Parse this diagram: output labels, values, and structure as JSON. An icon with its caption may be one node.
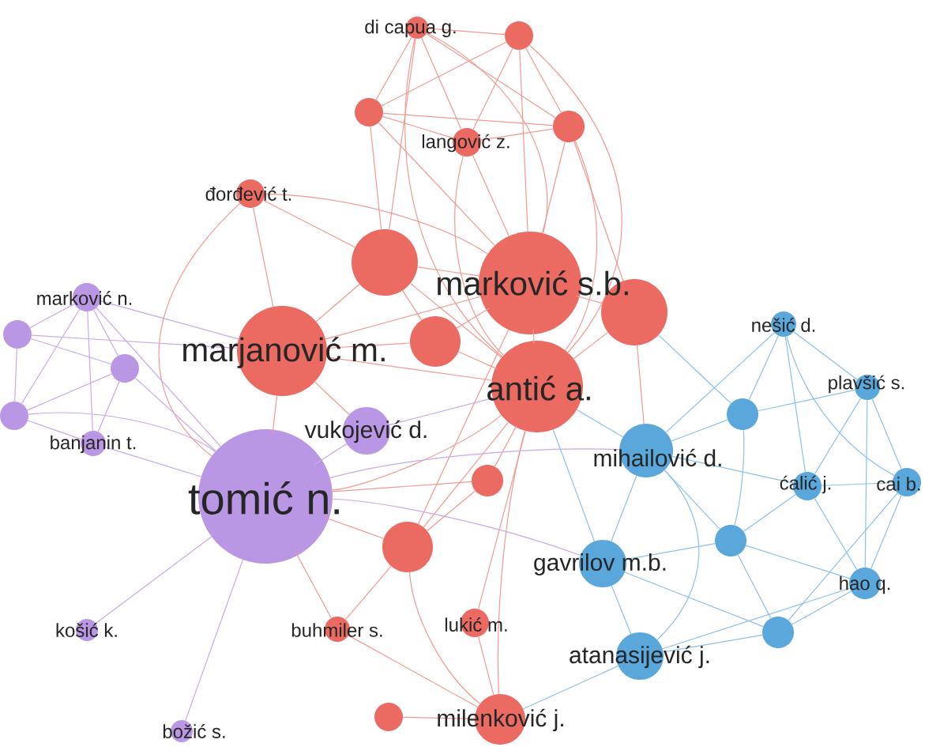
{
  "diagram": {
    "nodes": [
      {
        "text": [
          "di capua g."
        ]
      },
      {
        "text": [],
        "shape": "circle"
      },
      {
        "text": [],
        "shape": "circle"
      },
      {
        "text": [
          "langović z."
        ]
      },
      {
        "text": [],
        "shape": "circle"
      },
      {
        "text": [
          "đorđević t."
        ]
      },
      {
        "text": [],
        "shape": "circle"
      },
      {
        "text": [
          "marković s.b."
        ]
      },
      {
        "text": [],
        "shape": "circle"
      },
      {
        "text": [],
        "shape": "circle"
      },
      {
        "text": [
          "marjanović m."
        ]
      },
      {
        "text": [
          "antić a."
        ]
      },
      {
        "text": [],
        "shape": "circle"
      },
      {
        "text": [],
        "shape": "circle"
      },
      {
        "text": [
          "buhmiler s."
        ]
      },
      {
        "text": [
          "lukić m."
        ]
      },
      {
        "text": [],
        "shape": "circle"
      },
      {
        "text": [
          "milenković j."
        ]
      },
      {
        "text": [
          "marković n."
        ]
      },
      {
        "text": [],
        "shape": "circle"
      },
      {
        "text": [],
        "shape": "circle"
      },
      {
        "text": [],
        "shape": "circle"
      },
      {
        "text": [
          "banjanin t."
        ]
      },
      {
        "text": [
          "vukojević d."
        ]
      },
      {
        "text": [
          "tomić n."
        ]
      },
      {
        "text": [
          "košić k."
        ]
      },
      {
        "text": [
          "božić s."
        ]
      },
      {
        "text": [
          "nešić d."
        ]
      },
      {
        "text": [],
        "shape": "circle"
      },
      {
        "text": [
          "plavšić s."
        ]
      },
      {
        "text": [
          "mihailović d."
        ]
      },
      {
        "text": [
          "ćalić j."
        ]
      },
      {
        "text": [
          "cai b."
        ]
      },
      {
        "text": [],
        "shape": "circle"
      },
      {
        "text": [
          "gavrilov m.b."
        ]
      },
      {
        "text": [
          "hao q."
        ]
      },
      {
        "text": [],
        "shape": "circle"
      },
      {
        "text": [
          "atanasijević j."
        ]
      }
    ],
    "edges": [
      {
        "from": 0,
        "to": 1,
        "arrow": "none"
      },
      {
        "from": 0,
        "to": 2,
        "arrow": "none"
      },
      {
        "from": 0,
        "to": 3,
        "arrow": "none"
      },
      {
        "from": 0,
        "to": 4,
        "arrow": "none"
      },
      {
        "from": 0,
        "to": 7,
        "arrow": "none"
      },
      {
        "from": 0,
        "to": 11,
        "arrow": "none"
      },
      {
        "from": 0,
        "to": 6,
        "arrow": "none"
      },
      {
        "from": 1,
        "to": 3,
        "arrow": "none"
      },
      {
        "from": 1,
        "to": 4,
        "arrow": "none"
      },
      {
        "from": 1,
        "to": 7,
        "arrow": "none"
      },
      {
        "from": 1,
        "to": 11,
        "arrow": "none"
      },
      {
        "from": 1,
        "to": 2,
        "arrow": "none"
      },
      {
        "from": 2,
        "to": 3,
        "arrow": "none"
      },
      {
        "from": 2,
        "to": 6,
        "arrow": "none"
      },
      {
        "from": 2,
        "to": 7,
        "arrow": "none"
      },
      {
        "from": 2,
        "to": 4,
        "arrow": "none"
      },
      {
        "from": 3,
        "to": 4,
        "arrow": "none"
      },
      {
        "from": 3,
        "to": 7,
        "arrow": "none"
      },
      {
        "from": 3,
        "to": 11,
        "arrow": "none"
      },
      {
        "from": 4,
        "to": 7,
        "arrow": "none"
      },
      {
        "from": 4,
        "to": 8,
        "arrow": "none"
      },
      {
        "from": 4,
        "to": 11,
        "arrow": "none"
      },
      {
        "from": 5,
        "to": 6,
        "arrow": "none"
      },
      {
        "from": 5,
        "to": 10,
        "arrow": "none"
      },
      {
        "from": 5,
        "to": 7,
        "arrow": "none"
      },
      {
        "from": 5,
        "to": 24,
        "arrow": "none"
      },
      {
        "from": 6,
        "to": 7,
        "arrow": "none"
      },
      {
        "from": 6,
        "to": 10,
        "arrow": "none"
      },
      {
        "from": 6,
        "to": 11,
        "arrow": "none"
      },
      {
        "from": 6,
        "to": 9,
        "arrow": "none"
      },
      {
        "from": 7,
        "to": 8,
        "arrow": "none"
      },
      {
        "from": 7,
        "to": 9,
        "arrow": "none"
      },
      {
        "from": 7,
        "to": 10,
        "arrow": "none"
      },
      {
        "from": 7,
        "to": 11,
        "arrow": "none"
      },
      {
        "from": 7,
        "to": 13,
        "arrow": "none"
      },
      {
        "from": 8,
        "to": 11,
        "arrow": "none"
      },
      {
        "from": 8,
        "to": 30,
        "arrow": "none"
      },
      {
        "from": 9,
        "to": 10,
        "arrow": "none"
      },
      {
        "from": 9,
        "to": 11,
        "arrow": "none"
      },
      {
        "from": 10,
        "to": 11,
        "arrow": "none"
      },
      {
        "from": 10,
        "to": 24,
        "arrow": "none"
      },
      {
        "from": 10,
        "to": 23,
        "arrow": "none"
      },
      {
        "from": 11,
        "to": 12,
        "arrow": "none"
      },
      {
        "from": 11,
        "to": 13,
        "arrow": "none"
      },
      {
        "from": 11,
        "to": 24,
        "arrow": "none"
      },
      {
        "from": 11,
        "to": 15,
        "arrow": "none"
      },
      {
        "from": 11,
        "to": 17,
        "arrow": "none"
      },
      {
        "from": 12,
        "to": 24,
        "arrow": "none"
      },
      {
        "from": 12,
        "to": 13,
        "arrow": "none"
      },
      {
        "from": 13,
        "to": 24,
        "arrow": "none"
      },
      {
        "from": 13,
        "to": 14,
        "arrow": "none"
      },
      {
        "from": 13,
        "to": 17,
        "arrow": "none"
      },
      {
        "from": 14,
        "to": 24,
        "arrow": "none"
      },
      {
        "from": 14,
        "to": 17,
        "arrow": "none"
      },
      {
        "from": 15,
        "to": 17,
        "arrow": "none"
      },
      {
        "from": 16,
        "to": 17,
        "arrow": "none"
      },
      {
        "from": 18,
        "to": 19,
        "arrow": "none",
        "color": "#c9a8e8"
      },
      {
        "from": 18,
        "to": 20,
        "arrow": "none",
        "color": "#c9a8e8"
      },
      {
        "from": 18,
        "to": 21,
        "arrow": "none",
        "color": "#c9a8e8"
      },
      {
        "from": 18,
        "to": 22,
        "arrow": "none",
        "color": "#c9a8e8"
      },
      {
        "from": 19,
        "to": 20,
        "arrow": "none",
        "color": "#c9a8e8"
      },
      {
        "from": 19,
        "to": 21,
        "arrow": "none",
        "color": "#c9a8e8"
      },
      {
        "from": 20,
        "to": 21,
        "arrow": "none",
        "color": "#c9a8e8"
      },
      {
        "from": 20,
        "to": 22,
        "arrow": "none",
        "color": "#c9a8e8"
      },
      {
        "from": 21,
        "to": 22,
        "arrow": "none",
        "color": "#c9a8e8"
      },
      {
        "from": 22,
        "to": 24,
        "arrow": "none",
        "color": "#c9a8e8"
      },
      {
        "from": 20,
        "to": 24,
        "arrow": "none",
        "color": "#c9a8e8"
      },
      {
        "from": 18,
        "to": 10,
        "arrow": "none",
        "color": "#c9a8e8"
      },
      {
        "from": 18,
        "to": 24,
        "arrow": "none",
        "color": "#c9a8e8"
      },
      {
        "from": 19,
        "to": 10,
        "arrow": "none",
        "color": "#c9a8e8"
      },
      {
        "from": 21,
        "to": 24,
        "arrow": "none",
        "color": "#c9a8e8"
      },
      {
        "from": 23,
        "to": 24,
        "arrow": "none",
        "color": "#c9a8e8"
      },
      {
        "from": 23,
        "to": 11,
        "arrow": "none",
        "color": "#c9a8e8"
      },
      {
        "from": 24,
        "to": 25,
        "arrow": "none",
        "color": "#c9a8e8"
      },
      {
        "from": 24,
        "to": 26,
        "arrow": "none",
        "color": "#c9a8e8"
      },
      {
        "from": 24,
        "to": 30,
        "arrow": "none",
        "color": "#c9a8e8"
      },
      {
        "from": 24,
        "to": 34,
        "arrow": "none",
        "color": "#c9a8e8"
      },
      {
        "from": 27,
        "to": 28,
        "arrow": "none",
        "color": "#8cc0e8"
      },
      {
        "from": 27,
        "to": 29,
        "arrow": "none",
        "color": "#8cc0e8"
      },
      {
        "from": 27,
        "to": 30,
        "arrow": "none",
        "color": "#8cc0e8"
      },
      {
        "from": 27,
        "to": 31,
        "arrow": "none",
        "color": "#8cc0e8"
      },
      {
        "from": 27,
        "to": 32,
        "arrow": "none",
        "color": "#8cc0e8"
      },
      {
        "from": 28,
        "to": 29,
        "arrow": "none",
        "color": "#8cc0e8"
      },
      {
        "from": 28,
        "to": 30,
        "arrow": "none",
        "color": "#8cc0e8"
      },
      {
        "from": 28,
        "to": 33,
        "arrow": "none",
        "color": "#8cc0e8"
      },
      {
        "from": 29,
        "to": 31,
        "arrow": "none",
        "color": "#8cc0e8"
      },
      {
        "from": 29,
        "to": 32,
        "arrow": "none",
        "color": "#8cc0e8"
      },
      {
        "from": 29,
        "to": 35,
        "arrow": "none",
        "color": "#8cc0e8"
      },
      {
        "from": 30,
        "to": 31,
        "arrow": "none",
        "color": "#8cc0e8"
      },
      {
        "from": 30,
        "to": 33,
        "arrow": "none",
        "color": "#8cc0e8"
      },
      {
        "from": 30,
        "to": 34,
        "arrow": "none",
        "color": "#8cc0e8"
      },
      {
        "from": 30,
        "to": 37,
        "arrow": "none",
        "color": "#8cc0e8"
      },
      {
        "from": 30,
        "to": 11,
        "arrow": "none",
        "color": "#8cc0e8"
      },
      {
        "from": 31,
        "to": 32,
        "arrow": "none",
        "color": "#8cc0e8"
      },
      {
        "from": 31,
        "to": 33,
        "arrow": "none",
        "color": "#8cc0e8"
      },
      {
        "from": 31,
        "to": 35,
        "arrow": "none",
        "color": "#8cc0e8"
      },
      {
        "from": 32,
        "to": 35,
        "arrow": "none",
        "color": "#8cc0e8"
      },
      {
        "from": 32,
        "to": 36,
        "arrow": "none",
        "color": "#8cc0e8"
      },
      {
        "from": 33,
        "to": 34,
        "arrow": "none",
        "color": "#8cc0e8"
      },
      {
        "from": 33,
        "to": 35,
        "arrow": "none",
        "color": "#8cc0e8"
      },
      {
        "from": 33,
        "to": 36,
        "arrow": "none",
        "color": "#8cc0e8"
      },
      {
        "from": 34,
        "to": 37,
        "arrow": "none",
        "color": "#8cc0e8"
      },
      {
        "from": 34,
        "to": 36,
        "arrow": "none",
        "color": "#8cc0e8"
      },
      {
        "from": 34,
        "to": 11,
        "arrow": "none",
        "color": "#8cc0e8"
      },
      {
        "from": 35,
        "to": 36,
        "arrow": "none",
        "color": "#8cc0e8"
      },
      {
        "from": 36,
        "to": 37,
        "arrow": "none",
        "color": "#8cc0e8"
      },
      {
        "from": 37,
        "to": 35,
        "arrow": "none",
        "color": "#8cc0e8"
      },
      {
        "from": 37,
        "to": 17,
        "arrow": "none",
        "color": "#8cc0e8"
      },
      {
        "from": 28,
        "to": 8,
        "arrow": "none",
        "color": "#8cc0e8"
      }
    ]
  }
}
